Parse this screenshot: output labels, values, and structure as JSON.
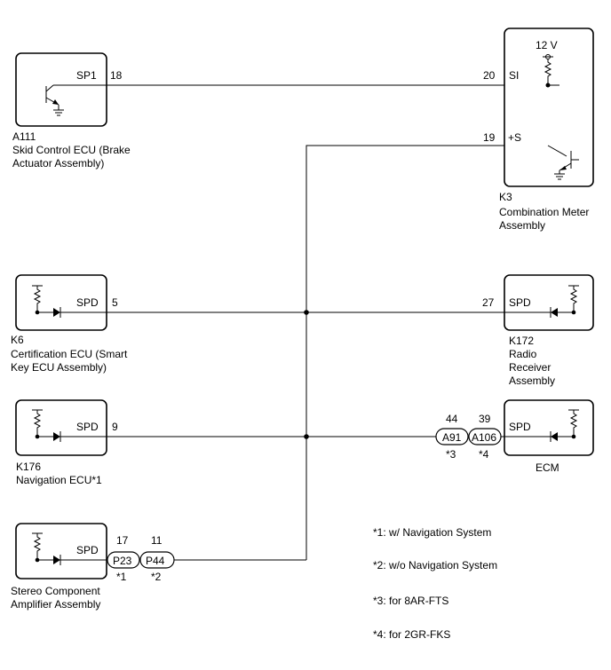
{
  "components": {
    "a111": {
      "code": "A111",
      "name1": "Skid Control ECU (Brake",
      "name2": "Actuator Assembly)",
      "pin_name": "SP1",
      "pin_no": "18"
    },
    "k3": {
      "code": "K3",
      "name1": "Combination Meter",
      "name2": "Assembly",
      "supply": "12 V",
      "pin_si_name": "SI",
      "pin_si_no": "20",
      "pin_s_name": "+S",
      "pin_s_no": "19"
    },
    "k6": {
      "code": "K6",
      "name1": "Certification ECU (Smart",
      "name2": "Key ECU Assembly)",
      "pin_name": "SPD",
      "pin_no": "5"
    },
    "k172": {
      "code": "K172",
      "name1": "Radio",
      "name2": "Receiver",
      "name3": "Assembly",
      "pin_name": "SPD",
      "pin_no": "27"
    },
    "k176": {
      "code": "K176",
      "name1": "Navigation ECU*1",
      "pin_name": "SPD",
      "pin_no": "9"
    },
    "ecm": {
      "name": "ECM",
      "pin_name": "SPD"
    },
    "amp": {
      "name1": "Stereo Component",
      "name2": "Amplifier Assembly",
      "pin_name": "SPD"
    }
  },
  "connectors": {
    "a91": {
      "label": "A91",
      "pin": "44",
      "note": "*3"
    },
    "a106": {
      "label": "A106",
      "pin": "39",
      "note": "*4"
    },
    "p23": {
      "label": "P23",
      "pin": "17",
      "note": "*1"
    },
    "p44": {
      "label": "P44",
      "pin": "11",
      "note": "*2"
    }
  },
  "notes": [
    "*1: w/ Navigation System",
    "*2: w/o Navigation System",
    "*3: for 8AR-FTS",
    "*4: for 2GR-FKS"
  ]
}
